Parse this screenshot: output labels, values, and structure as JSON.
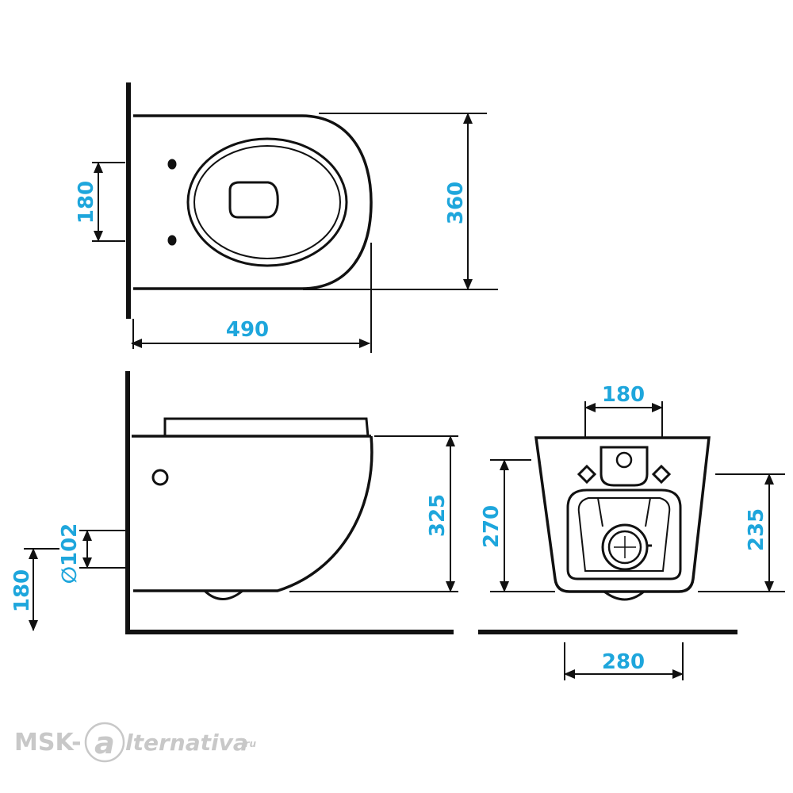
{
  "colors": {
    "line": "#111111",
    "dimension_text": "#1ea6dc",
    "watermark": "#c8c8c8"
  },
  "top_view": {
    "width_label": "490",
    "depth_label": "360",
    "mount_spacing_label": "180"
  },
  "side_view": {
    "height_label": "325",
    "outlet_label": "∅102",
    "outlet_height_label": "180"
  },
  "back_view": {
    "mount_spacing_label": "180",
    "inlet_height_label": "270",
    "right_height_label": "235",
    "width_label": "280"
  },
  "watermark": {
    "prefix": "MSK-",
    "glyph": "a",
    "suffix": "lternativa",
    "tld": ".ru"
  }
}
